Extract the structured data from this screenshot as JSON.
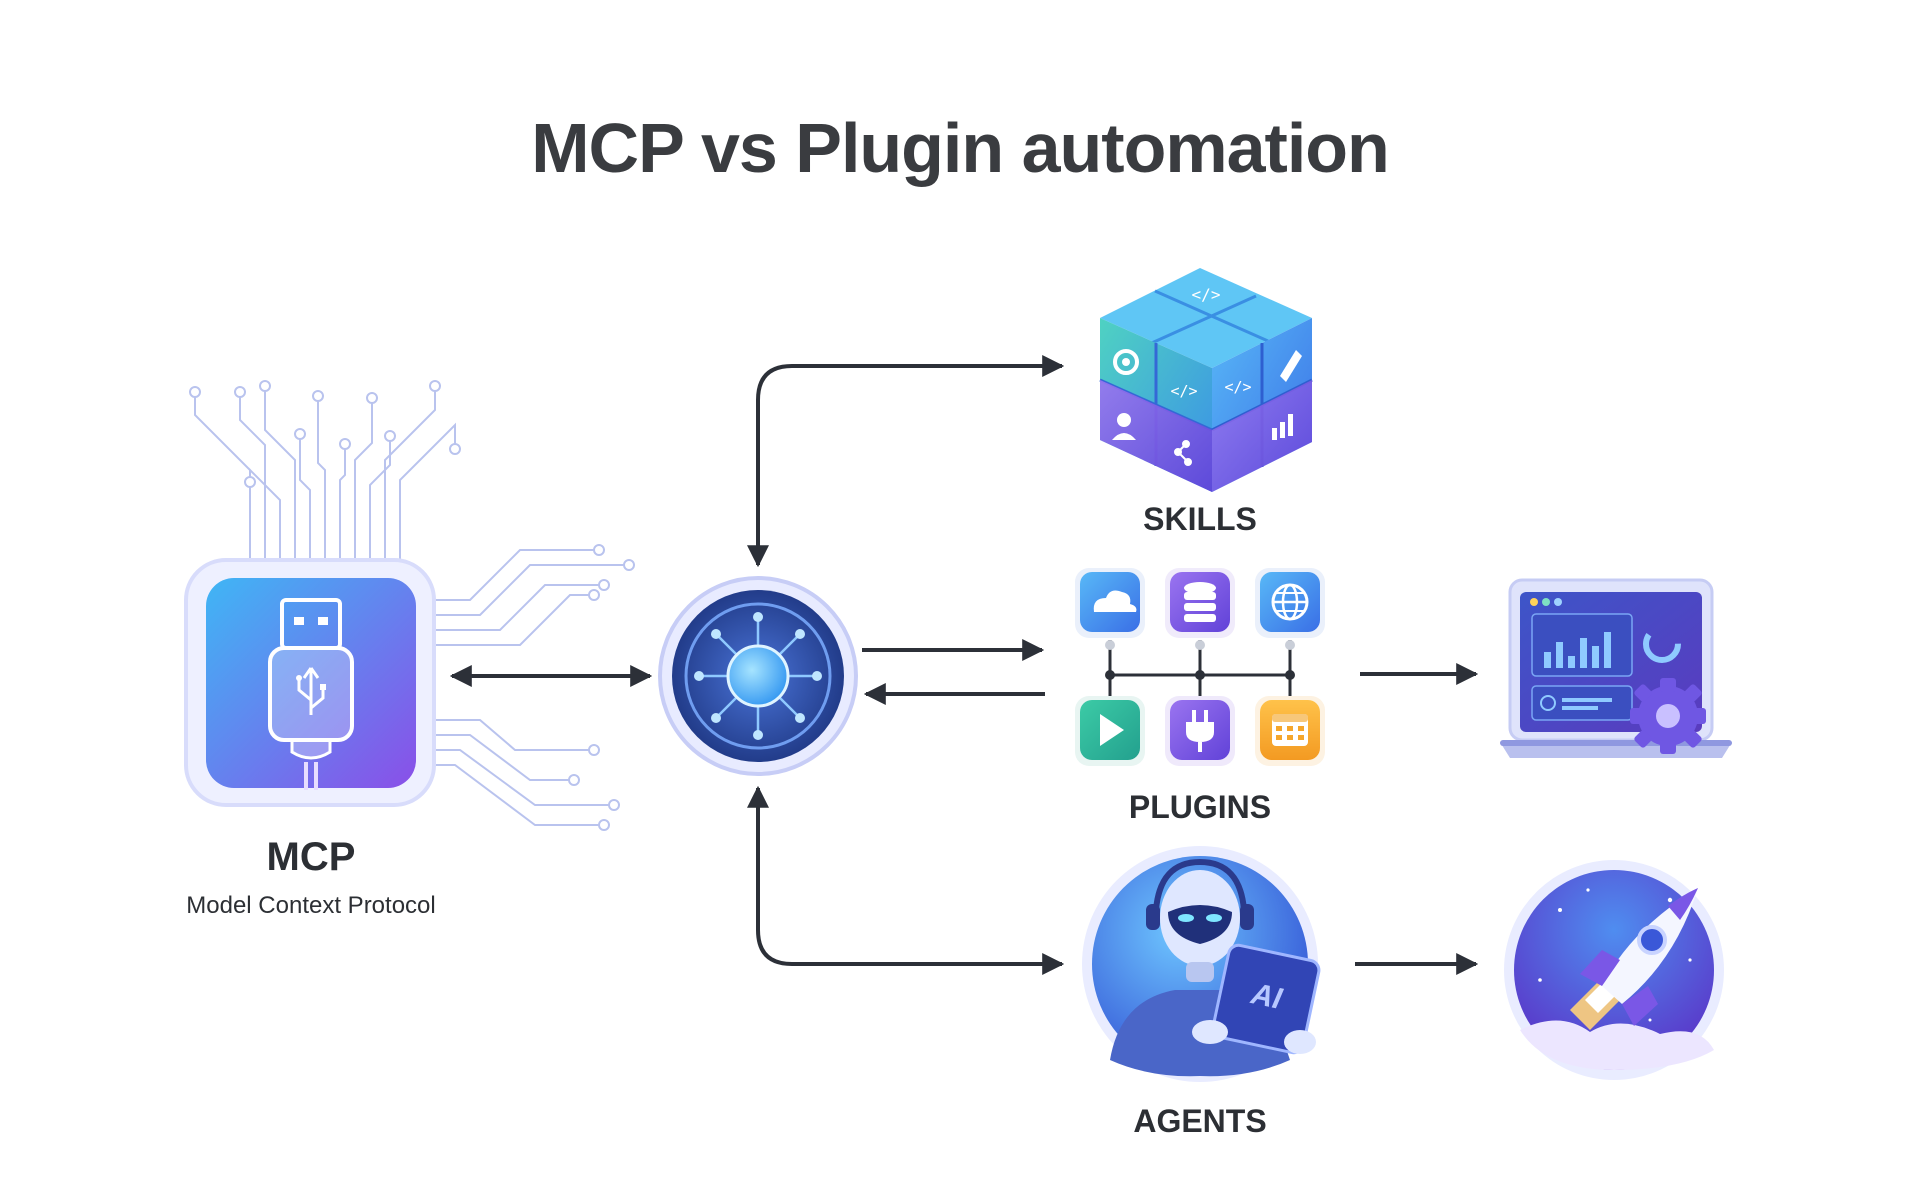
{
  "title": "MCP vs Plugin automation",
  "nodes": {
    "mcp": {
      "label": "MCP",
      "sublabel": "Model Context Protocol"
    },
    "skills": {
      "label": "SKILLS"
    },
    "plugins": {
      "label": "PLUGINS"
    },
    "agents": {
      "label": "AGENTS"
    }
  },
  "icons": {
    "mcp": "usb-plug-icon",
    "hub": "network-hub-icon",
    "skills": "puzzle-cube-icon",
    "plugins": [
      "cloud-icon",
      "database-icon",
      "globe-icon",
      "play-icon",
      "plug-icon",
      "calendar-icon"
    ],
    "dashboard": "laptop-dashboard-icon",
    "agent": "robot-agent-icon",
    "launch": "rocket-icon",
    "skill_faces": [
      "code-icon",
      "gear-icon",
      "pen-icon",
      "user-icon",
      "network-icon",
      "bar-chart-icon"
    ],
    "tablet_text": "AI"
  },
  "colors": {
    "arrow": "#2c3038",
    "accent_blue": "#3d8ff0",
    "accent_purple": "#7c55e6",
    "plugin_cloud": "#3b94f2",
    "plugin_db": "#8a5be8",
    "plugin_globe": "#3b84ee",
    "plugin_play": "#2fb59a",
    "plugin_plug": "#7b4fe3",
    "plugin_calendar": "#f5a62b"
  }
}
